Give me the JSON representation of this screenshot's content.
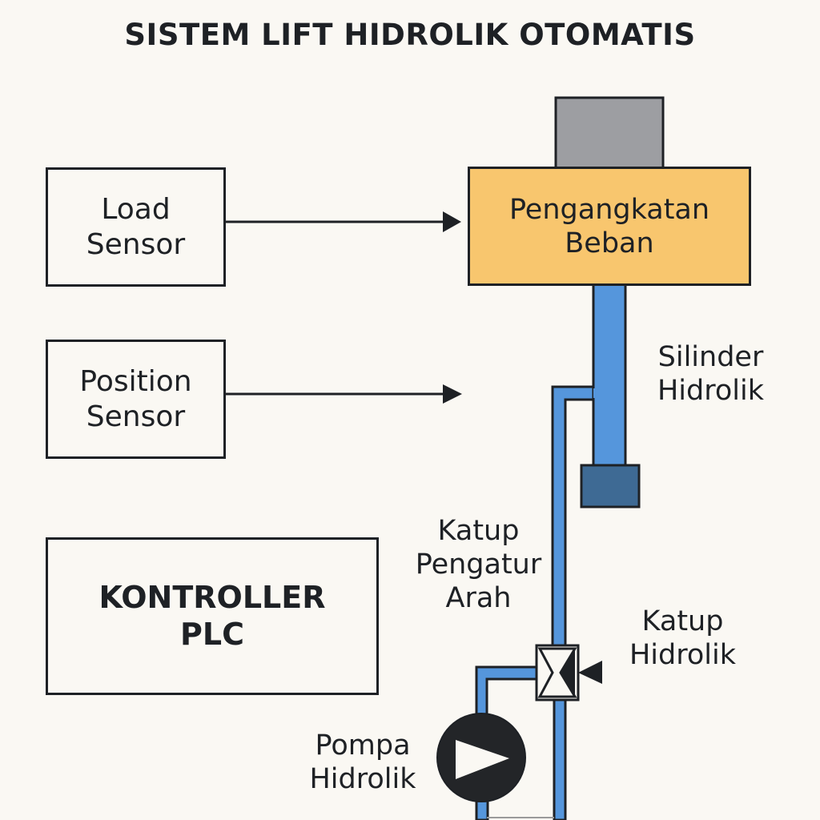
{
  "title": "SISTEM LIFT HIDROLIK OTOMATIS",
  "blocks": {
    "load_sensor": [
      "Load",
      "Sensor"
    ],
    "position_sensor": [
      "Position",
      "Sensor"
    ],
    "controller": [
      "KONTROLLER",
      "PLC"
    ],
    "load_lift": [
      "Pengangkatan",
      "Beban"
    ]
  },
  "labels": {
    "cylinder": [
      "Silinder",
      "Hidrolik"
    ],
    "directional_valve": [
      "Katup",
      "Pengatur",
      "Arah"
    ],
    "hydraulic_valve": [
      "Katup",
      "Hidrolik"
    ],
    "pump": [
      "Pompa",
      "Hidrolik"
    ]
  },
  "colors": {
    "background": "#faf8f3",
    "stroke": "#1e2125",
    "load_box": "#f8c66e",
    "load_weight": "#9d9ea2",
    "hydraulic_fluid": "#5596dc",
    "piston": "#3e6a94"
  },
  "connections": [
    {
      "from": "load_sensor",
      "to": "load_lift",
      "type": "arrow"
    },
    {
      "from": "position_sensor",
      "to": "cylinder",
      "type": "arrow"
    },
    {
      "from": "pump",
      "to": "hydraulic_valve",
      "type": "pipe"
    },
    {
      "from": "hydraulic_valve",
      "to": "cylinder",
      "type": "pipe"
    }
  ]
}
